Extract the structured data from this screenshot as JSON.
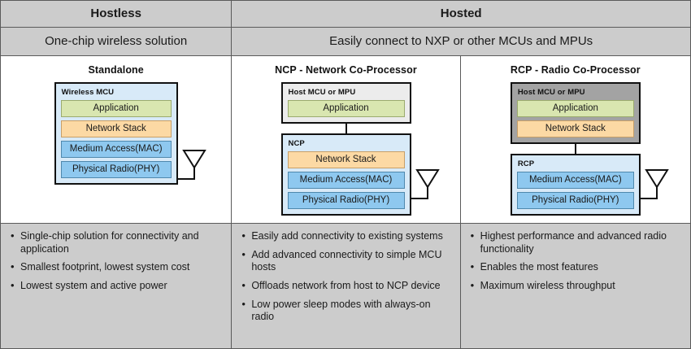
{
  "headers": {
    "row1": [
      {
        "label": "Hostless"
      },
      {
        "label": "Hosted"
      }
    ],
    "row2": [
      {
        "label": "One-chip wireless solution"
      },
      {
        "label": "Easily connect to NXP or other MCUs and MPUs"
      }
    ]
  },
  "colors": {
    "header_bg": "#cccccc",
    "bullets_bg": "#cccccc",
    "border": "#5a5a5a",
    "chassis_border": "#111111",
    "chassis_blue": "#d8eaf8",
    "chassis_gray_light": "#ececec",
    "chassis_gray_dark": "#a3a3a3",
    "layer_application": "#d9e6b0",
    "layer_network_stack": "#fcd9a4",
    "layer_mac": "#8ec8ef",
    "layer_phy": "#8ec8ef"
  },
  "columns": [
    {
      "id": "standalone",
      "diagram_title": "Standalone",
      "boxes": [
        {
          "id": "wireless-mcu",
          "label": "Wireless MCU",
          "style": "chassis-blue",
          "layers": [
            {
              "label": "Application",
              "style": "layer-app"
            },
            {
              "label": "Network Stack",
              "style": "layer-net"
            },
            {
              "label": "Medium Access(MAC)",
              "style": "layer-mac"
            },
            {
              "label": "Physical Radio(PHY)",
              "style": "layer-phy"
            }
          ]
        }
      ],
      "antenna": "antenna-icon",
      "bullets": [
        "Single-chip solution for connectivity and application",
        "Smallest footprint, lowest system cost",
        "Lowest system and active power"
      ]
    },
    {
      "id": "ncp",
      "diagram_title": "NCP - Network Co-Processor",
      "boxes": [
        {
          "id": "host-mcu-mpu",
          "label": "Host MCU or MPU",
          "style": "chassis-gray-light",
          "layers": [
            {
              "label": "Application",
              "style": "layer-app"
            }
          ]
        },
        {
          "id": "ncp",
          "label": "NCP",
          "style": "chassis-blue",
          "layers": [
            {
              "label": "Network Stack",
              "style": "layer-net"
            },
            {
              "label": "Medium Access(MAC)",
              "style": "layer-mac"
            },
            {
              "label": "Physical Radio(PHY)",
              "style": "layer-phy"
            }
          ]
        }
      ],
      "antenna": "antenna-icon",
      "bullets": [
        "Easily add connectivity to existing systems",
        "Add advanced connectivity to simple MCU hosts",
        "Offloads network from host to NCP device",
        "Low power sleep modes with always-on radio"
      ]
    },
    {
      "id": "rcp",
      "diagram_title": "RCP - Radio Co-Processor",
      "boxes": [
        {
          "id": "host-mcu-mpu",
          "label": "Host MCU or MPU",
          "style": "chassis-gray-dark",
          "layers": [
            {
              "label": "Application",
              "style": "layer-app"
            },
            {
              "label": "Network Stack",
              "style": "layer-net"
            }
          ]
        },
        {
          "id": "rcp",
          "label": "RCP",
          "style": "chassis-blue",
          "layers": [
            {
              "label": "Medium Access(MAC)",
              "style": "layer-mac"
            },
            {
              "label": "Physical Radio(PHY)",
              "style": "layer-phy"
            }
          ]
        }
      ],
      "antenna": "antenna-icon",
      "bullets": [
        "Highest performance and advanced radio functionality",
        "Enables the most features",
        "Maximum wireless throughput"
      ]
    }
  ]
}
